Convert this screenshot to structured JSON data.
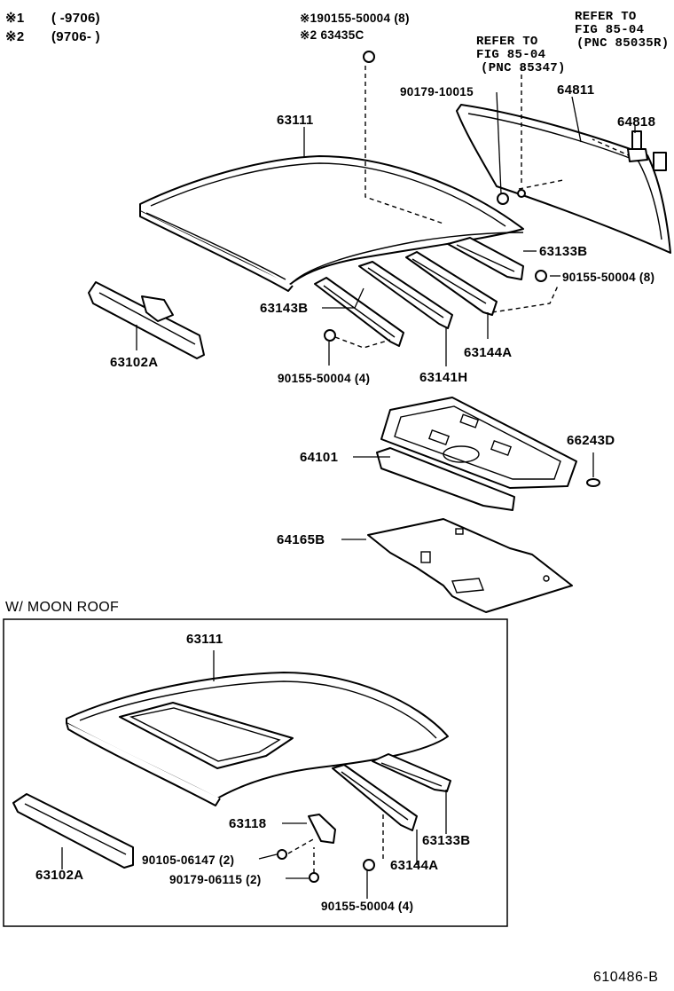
{
  "notes": {
    "n1_mark": "※1",
    "n1_text": "(     -9706)",
    "n2_mark": "※2",
    "n2_text": "(9706-      )"
  },
  "references": [
    {
      "line1": "REFER TO",
      "line2": "FIG 85-04",
      "line3": "(PNC 85347)"
    },
    {
      "line1": "REFER TO",
      "line2": "FIG 85-04",
      "line3": "(PNC 85035R)"
    }
  ],
  "main_parts": {
    "p_190155": "※190155-50004 (8)",
    "p_263435c": "※2 63435C",
    "p_90179_10015": "90179-10015",
    "p_64811": "64811",
    "p_64818": "64818",
    "p_63111": "63111",
    "p_63133b": "63133B",
    "p_90155_8": "90155-50004 (8)",
    "p_63143b": "63143B",
    "p_63144a": "63144A",
    "p_63102a": "63102A",
    "p_90155_4": "90155-50004 (4)",
    "p_63141h": "63141H",
    "p_66243d": "66243D",
    "p_64101": "64101",
    "p_64165b": "64165B"
  },
  "moon_roof": {
    "title": "W/ MOON ROOF",
    "p_63111": "63111",
    "p_63118": "63118",
    "p_63133b": "63133B",
    "p_63102a": "63102A",
    "p_90105": "90105-06147 (2)",
    "p_90179": "90179-06115 (2)",
    "p_63144a": "63144A",
    "p_90155": "90155-50004 (4)"
  },
  "figure_id": "610486-B"
}
